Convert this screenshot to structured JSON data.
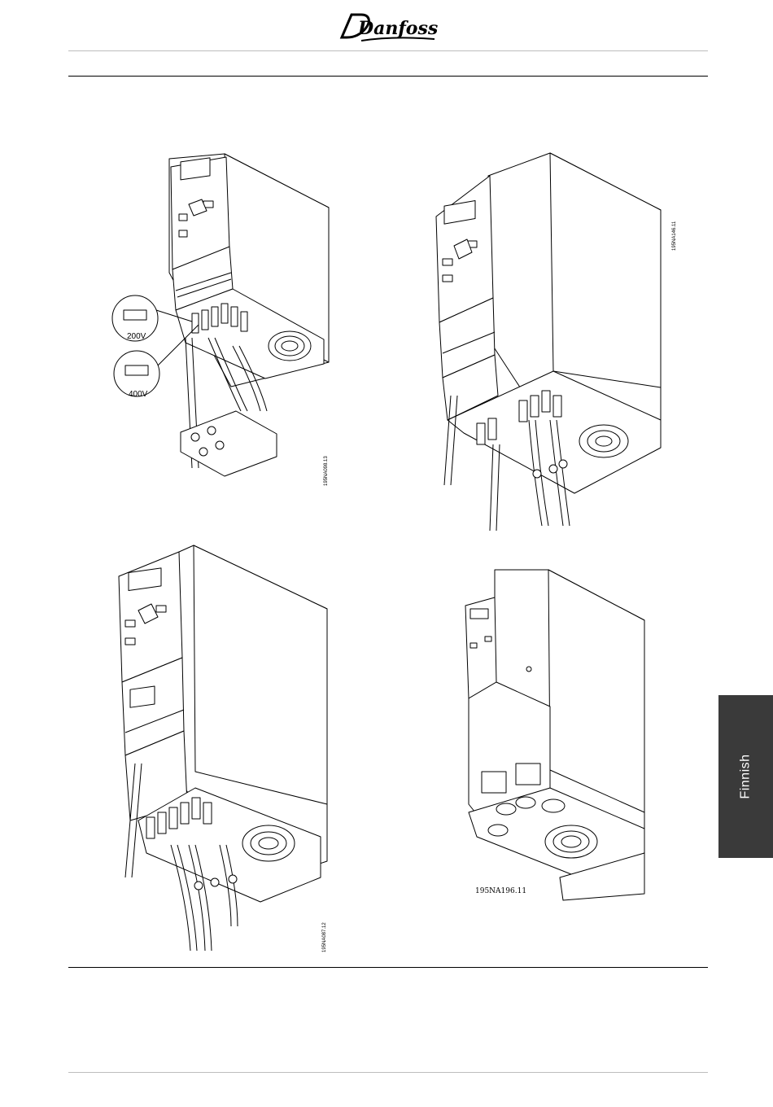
{
  "header": {
    "logo_text": "Danfoss"
  },
  "figures": [
    {
      "id": "fig-top-left",
      "code": "195NA098.13",
      "callouts": [
        "200V",
        "400V"
      ]
    },
    {
      "id": "fig-top-right",
      "code": "195NA146.11"
    },
    {
      "id": "fig-bottom-left",
      "code": "195NA087.12"
    },
    {
      "id": "fig-bottom-right",
      "code": "195NA196.11"
    }
  ],
  "side_tab": {
    "label": "Finnish"
  },
  "colors": {
    "tab_background": "#3a3a3a",
    "rule": "#000000"
  }
}
